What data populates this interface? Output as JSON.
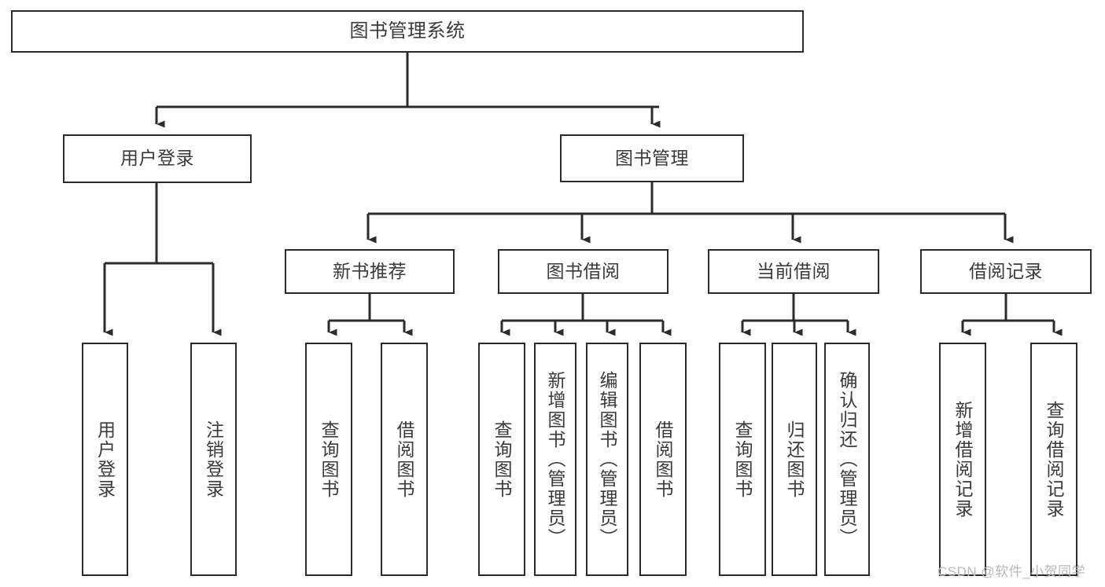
{
  "diagram": {
    "type": "tree-hierarchy",
    "title": "图书管理系统",
    "background_color": "#ffffff",
    "box_border_color": "#2b2b2b",
    "text_color": "#3a3a3a",
    "connector_color": "#2b2b2b"
  },
  "nodes": {
    "root": {
      "label": "图书管理系统",
      "level": 1,
      "orientation": "horizontal"
    },
    "level2": [
      {
        "label": "用户登录",
        "orientation": "horizontal"
      },
      {
        "label": "图书管理",
        "orientation": "horizontal"
      }
    ],
    "level3": [
      {
        "label": "新书推荐",
        "orientation": "horizontal",
        "parent": "图书管理"
      },
      {
        "label": "图书借阅",
        "orientation": "horizontal",
        "parent": "图书管理"
      },
      {
        "label": "当前借阅",
        "orientation": "horizontal",
        "parent": "图书管理"
      },
      {
        "label": "借阅记录",
        "orientation": "horizontal",
        "parent": "图书管理"
      }
    ],
    "leaves": {
      "user_login": [
        {
          "label": "用户登录",
          "orientation": "vertical"
        },
        {
          "label": "注销登录",
          "orientation": "vertical"
        }
      ],
      "new_book_recommend": [
        {
          "label": "查询图书",
          "orientation": "vertical"
        },
        {
          "label": "借阅图书",
          "orientation": "vertical"
        }
      ],
      "book_borrow": [
        {
          "label": "查询图书",
          "orientation": "vertical"
        },
        {
          "label": "新增图书（管理员）",
          "orientation": "vertical"
        },
        {
          "label": "编辑图书（管理员）",
          "orientation": "vertical"
        },
        {
          "label": "借阅图书",
          "orientation": "vertical"
        }
      ],
      "current_borrow": [
        {
          "label": "查询图书",
          "orientation": "vertical"
        },
        {
          "label": "归还图书",
          "orientation": "vertical"
        },
        {
          "label": "确认归还（管理员）",
          "orientation": "vertical"
        }
      ],
      "borrow_record": [
        {
          "label": "新增借阅记录",
          "orientation": "vertical"
        },
        {
          "label": "查询借阅记录",
          "orientation": "vertical"
        }
      ]
    }
  },
  "watermark": {
    "text": "CSDN @软件_小贺同学",
    "color": "#b9b9b9"
  }
}
